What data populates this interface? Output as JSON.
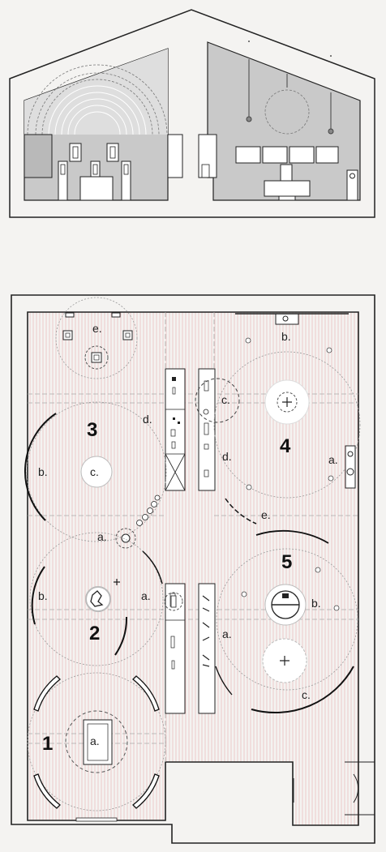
{
  "zones": [
    {
      "number": "1",
      "labels": [
        "a."
      ]
    },
    {
      "number": "2",
      "labels": [
        "a.",
        "b."
      ]
    },
    {
      "number": "3",
      "labels": [
        "a.",
        "b.",
        "c.",
        "d.",
        "e."
      ]
    },
    {
      "number": "4",
      "labels": [
        "a.",
        "b.",
        "c.",
        "d.",
        "e."
      ]
    },
    {
      "number": "5",
      "labels": [
        "a.",
        "b.",
        "c."
      ]
    }
  ],
  "colors": {
    "background": "#f4f3f1",
    "wall": "#222222",
    "elevation_fill": "#c9c9c9",
    "elevation_fill_light": "#e2e2e2",
    "floor_hatch": "#e8b8b8",
    "dashed_line": "#777777"
  }
}
